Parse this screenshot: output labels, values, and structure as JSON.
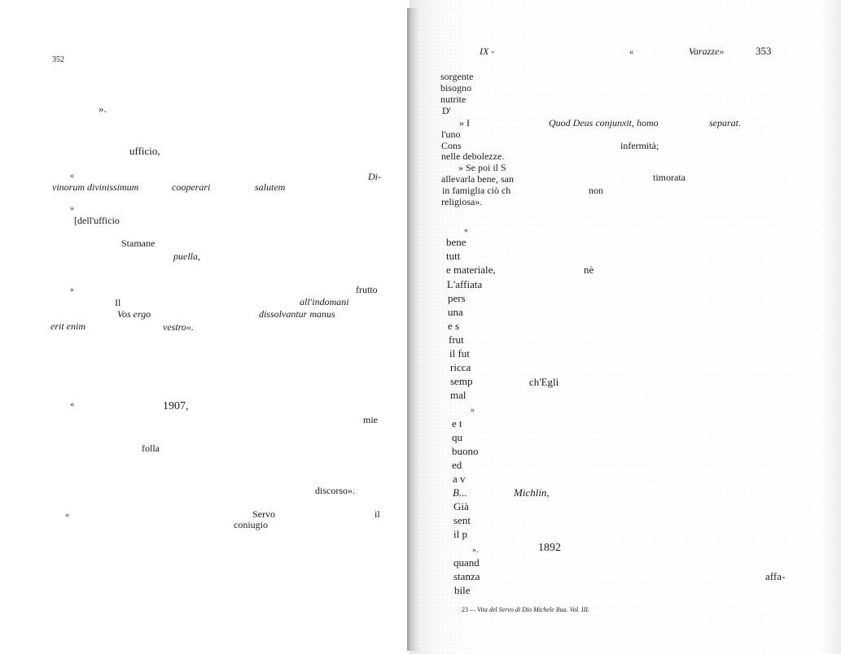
{
  "left_page": {
    "page_number": "352",
    "lines": [
      "».",
      "ufficio,",
      "«",
      "Di-",
      "vinorum divinissimum",
      "cooperari",
      "salutem",
      "»",
      "[dell'ufficio",
      "Stamane",
      "puella,",
      "»",
      "frutto",
      "Il",
      "all'indomani",
      "Vos ergo",
      "dissolvantur manus",
      "erit enim",
      "vestro».",
      "«",
      "1907,",
      "mie",
      "folla",
      "discorso».",
      "«",
      "Servo",
      "il",
      "coniugio"
    ]
  },
  "right_page": {
    "header_left": "IX -",
    "header_mid": "«",
    "header_right": "Varazze»",
    "page_number": "353",
    "lines": [
      "sorgente",
      "bisogno",
      "nutrite",
      "D'",
      "» I",
      "Quod Deus conjunxit, homo",
      "separat.",
      "l'uno",
      "Cons",
      "infermità;",
      "nelle debolezze.",
      "» Se poi il S",
      "allevarla bene, san",
      "timorata",
      "in famiglia ciò ch",
      "non",
      "religiosa».",
      "«",
      "bene",
      "tutt",
      "e materiale,",
      "nè",
      "L'affiata",
      "pers",
      "una",
      "e s",
      "frut",
      "il fut",
      "ricca",
      "semp",
      "ch'Egli",
      "mal",
      "»",
      "e t",
      "qu",
      "buono",
      "ed",
      "a v",
      "B...",
      "Michlin,",
      "Già",
      "sent",
      "il p",
      "».",
      "1892",
      "quand",
      "stanza",
      "affa-",
      "bile"
    ],
    "footnote_number": "23",
    "footnote_text": "— Vita del Servo di Dio Michele Rua. Vol. III."
  }
}
